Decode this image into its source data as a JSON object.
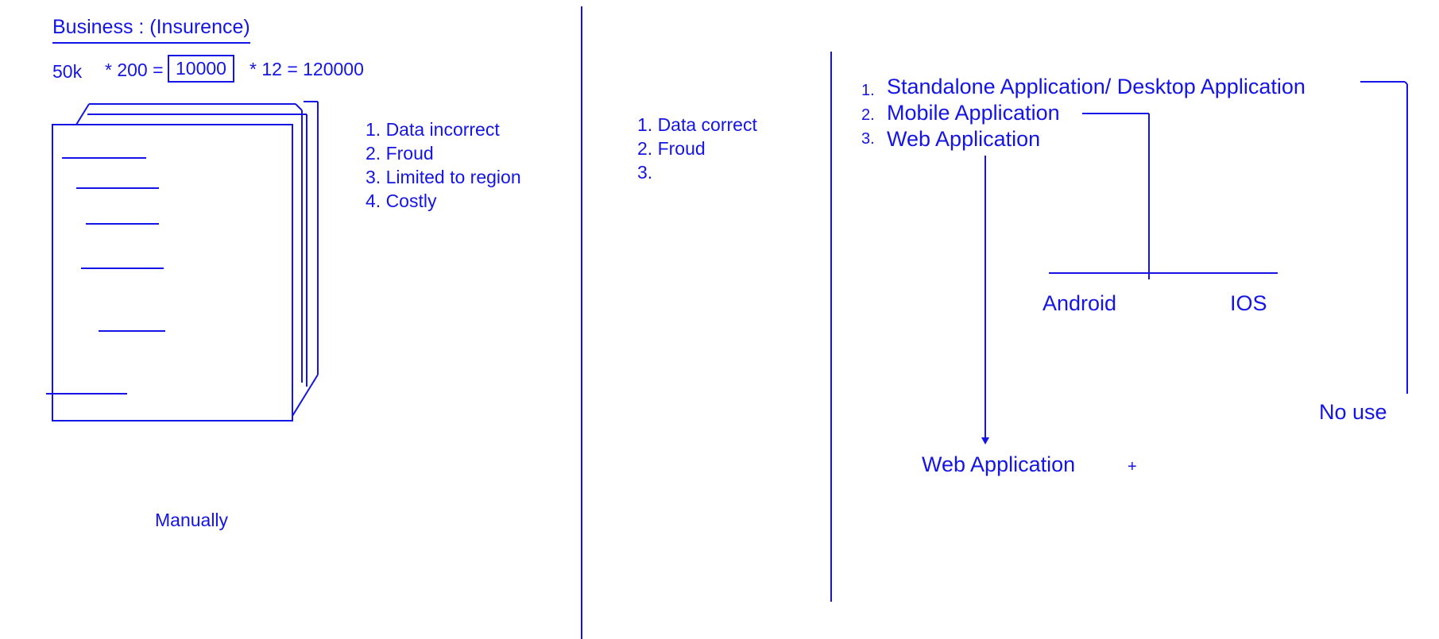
{
  "colors": {
    "ink": "#1414e6",
    "background": "#ffffff"
  },
  "left": {
    "title": "Business : (Insurence)",
    "calc": {
      "base": "50k",
      "times_200_eq": "* 200 =",
      "boxed_value": "10000",
      "times_12_eq": "* 12 = 120000"
    },
    "problems": [
      "1. Data incorrect",
      "2. Froud",
      "3. Limited to region",
      "4. Costly"
    ],
    "caption": "Manually"
  },
  "middle": {
    "points": [
      "1. Data correct",
      "2. Froud",
      "3."
    ]
  },
  "right": {
    "types": [
      {
        "num": "1.",
        "label": "Standalone Application/ Desktop Application"
      },
      {
        "num": "2.",
        "label": "Mobile Application"
      },
      {
        "num": "3.",
        "label": "Web Application"
      }
    ],
    "mobile_branches": [
      "Android",
      "IOS"
    ],
    "desktop_note": "No use",
    "web_target": "Web Application",
    "plus": "+"
  }
}
